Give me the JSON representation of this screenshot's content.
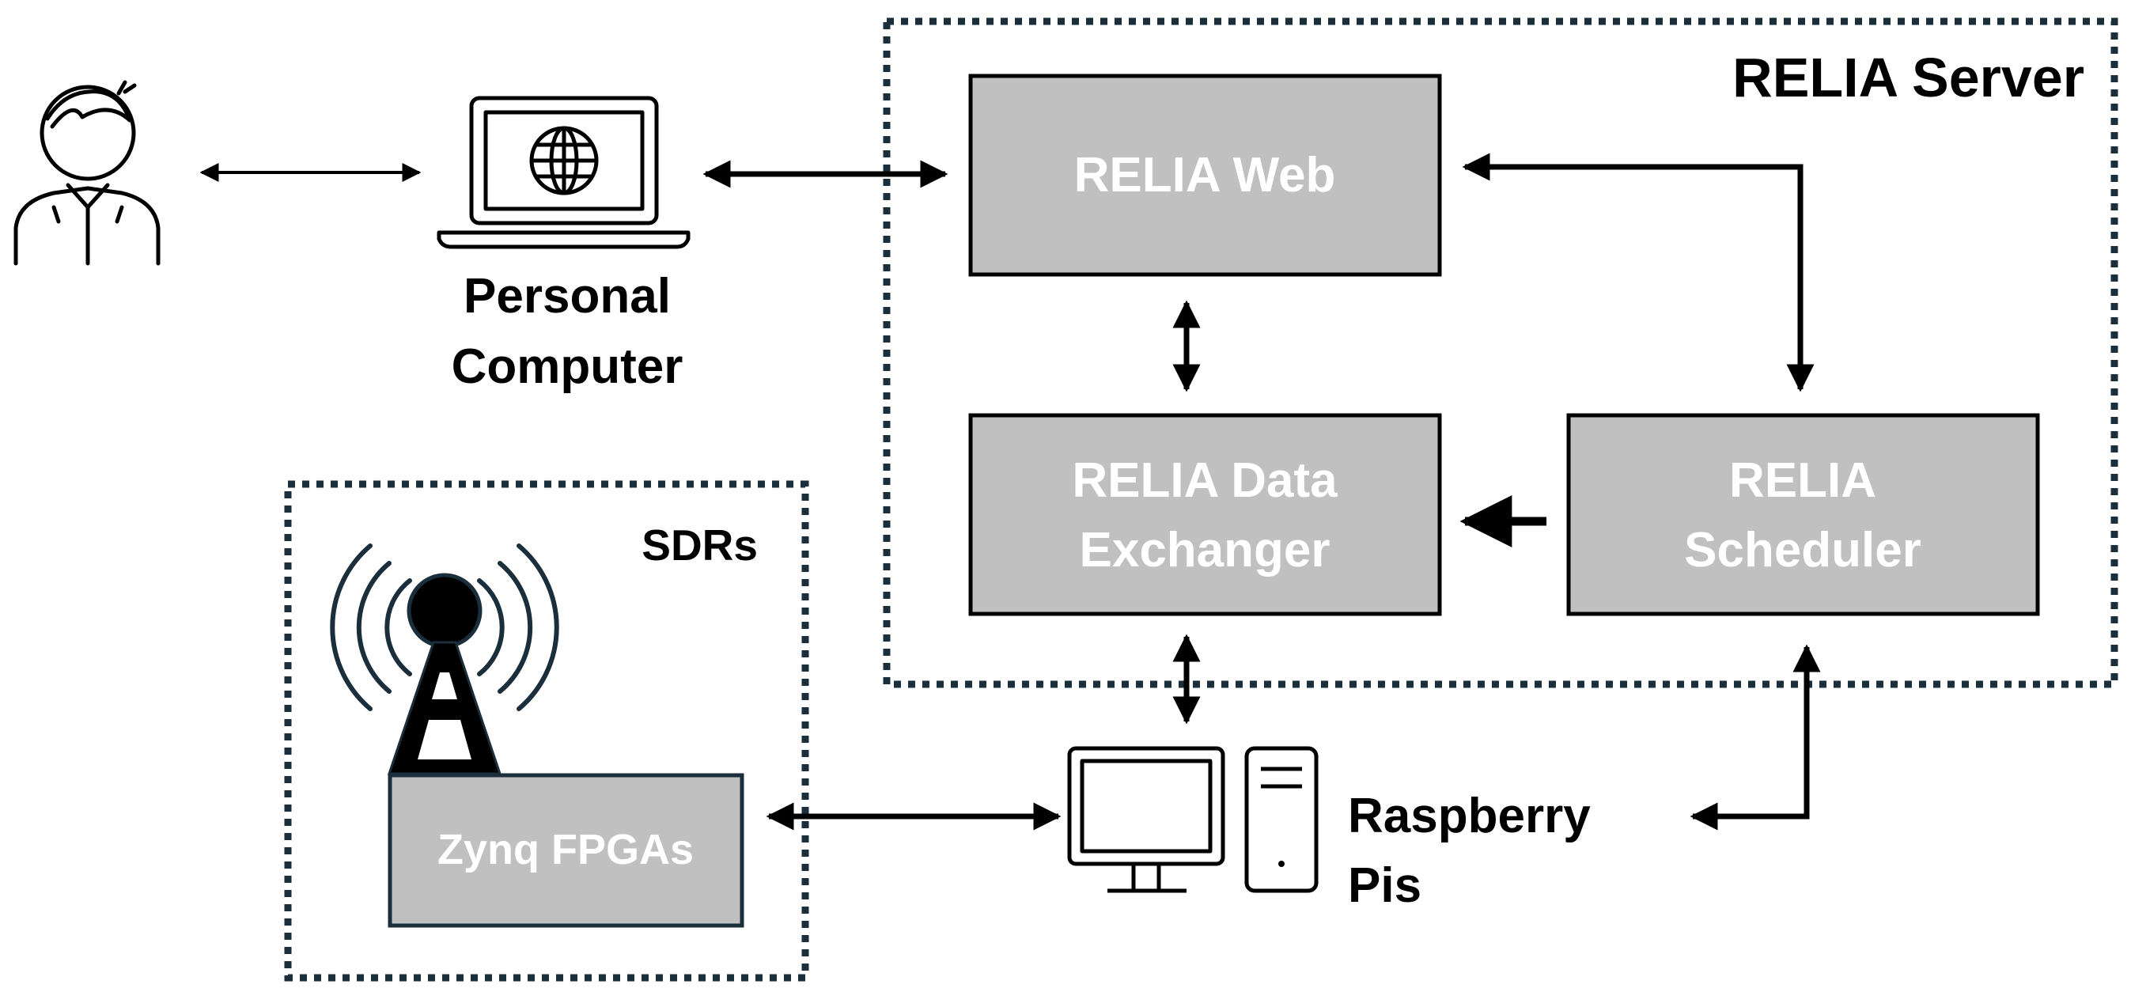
{
  "server_group": {
    "title": "RELIA Server"
  },
  "sdr_group": {
    "title": "SDRs"
  },
  "nodes": {
    "relia_web": {
      "label": "RELIA Web"
    },
    "relia_data_exchanger": {
      "line1": "RELIA Data",
      "line2": "Exchanger"
    },
    "relia_scheduler": {
      "line1": "RELIA",
      "line2": "Scheduler"
    },
    "zynq_fpgas": {
      "label": "Zynq FPGAs"
    },
    "personal_computer": {
      "line1": "Personal",
      "line2": "Computer"
    },
    "raspberry_pis": {
      "line1": "Raspberry",
      "line2": "Pis"
    }
  },
  "icons": {
    "user": "user-icon",
    "laptop": "laptop-globe-icon",
    "tower": "radio-tower-icon",
    "desktop": "desktop-computer-icon"
  },
  "colors": {
    "box_fill": "#c0c0c0",
    "group_border": "#1b2e3c",
    "line": "#000000"
  }
}
